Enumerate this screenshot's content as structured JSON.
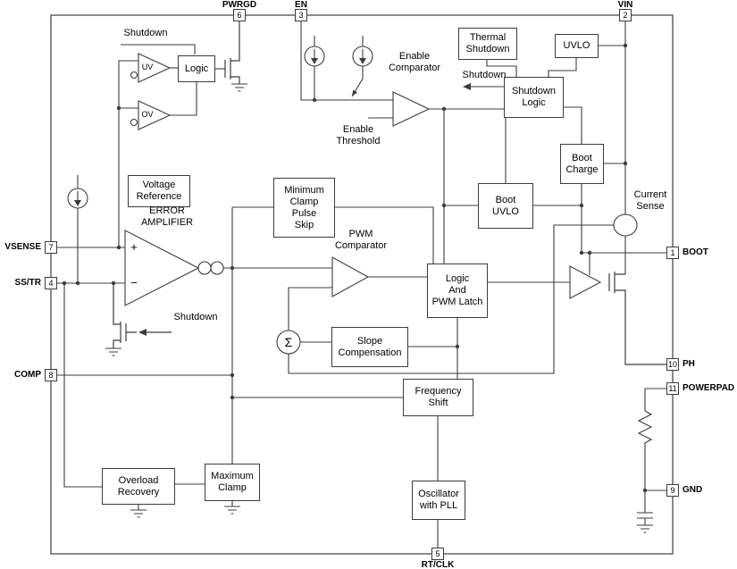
{
  "pins": [
    {
      "id": "pwrgd",
      "num": "6",
      "label": "PWRGD"
    },
    {
      "id": "en",
      "num": "3",
      "label": "EN"
    },
    {
      "id": "vin",
      "num": "2",
      "label": "VIN"
    },
    {
      "id": "vsense",
      "num": "7",
      "label": "VSENSE"
    },
    {
      "id": "ss_tr",
      "num": "4",
      "label": "SS/TR"
    },
    {
      "id": "comp",
      "num": "8",
      "label": "COMP"
    },
    {
      "id": "boot",
      "num": "1",
      "label": "BOOT"
    },
    {
      "id": "ph",
      "num": "10",
      "label": "PH"
    },
    {
      "id": "powerpad",
      "num": "11",
      "label": "POWERPAD"
    },
    {
      "id": "gnd",
      "num": "9",
      "label": "GND"
    },
    {
      "id": "rt_clk",
      "num": "5",
      "label": "RT/CLK"
    }
  ],
  "blocks": [
    {
      "id": "logic",
      "label": "Logic"
    },
    {
      "id": "voltage_reference",
      "label": "Voltage\nReference"
    },
    {
      "id": "thermal_shutdown",
      "label": "Thermal\nShutdown"
    },
    {
      "id": "uvlo",
      "label": "UVLO"
    },
    {
      "id": "shutdown_logic",
      "label": "Shutdown\nLogic"
    },
    {
      "id": "boot_charge",
      "label": "Boot\nCharge"
    },
    {
      "id": "boot_uvlo",
      "label": "Boot\nUVLO"
    },
    {
      "id": "minimum_clamp",
      "label": "Minimum\nClamp\nPulse\nSkip"
    },
    {
      "id": "pwm_latch",
      "label": "Logic\nAnd\nPWM Latch"
    },
    {
      "id": "slope_compensation",
      "label": "Slope\nCompensation"
    },
    {
      "id": "frequency_shift",
      "label": "Frequency\nShift"
    },
    {
      "id": "oscillator",
      "label": "Oscillator\nwith PLL"
    },
    {
      "id": "overload_recovery",
      "label": "Overload\nRecovery"
    },
    {
      "id": "maximum_clamp",
      "label": "Maximum\nClamp"
    }
  ],
  "labels": {
    "shutdown_top": "Shutdown",
    "uv": "UV",
    "ov": "OV",
    "error_amplifier": "ERROR\nAMPLIFIER",
    "plus": "+",
    "minus": "−",
    "enable_comparator": "Enable\nComparator",
    "enable_threshold": "Enable\nThreshold",
    "shutdown_signal": "Shutdown",
    "pwm_comparator": "PWM\nComparator",
    "current_sense": "Current\nSense",
    "shutdown_softstart": "Shutdown",
    "sigma": "Σ"
  },
  "colors": {
    "line": "#3c3c3c",
    "text": "#000000",
    "background": "#ffffff"
  }
}
